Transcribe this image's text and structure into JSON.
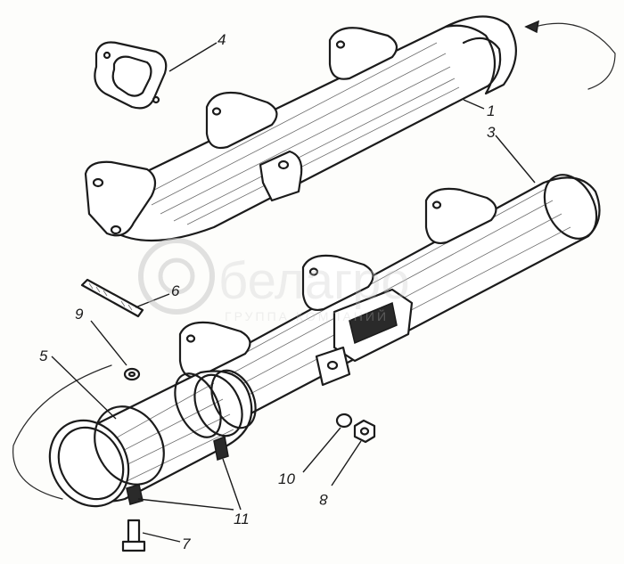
{
  "callouts": [
    {
      "id": "1",
      "label": "1"
    },
    {
      "id": "3",
      "label": "3"
    },
    {
      "id": "4",
      "label": "4"
    },
    {
      "id": "5",
      "label": "5"
    },
    {
      "id": "6",
      "label": "6"
    },
    {
      "id": "7",
      "label": "7"
    },
    {
      "id": "8",
      "label": "8"
    },
    {
      "id": "9",
      "label": "9"
    },
    {
      "id": "10",
      "label": "10"
    },
    {
      "id": "11",
      "label": "11"
    }
  ],
  "watermark": {
    "brand": "белагро",
    "tagline": "ГРУППА КОМПАНИЙ"
  },
  "colors": {
    "ink": "#1b1b1b",
    "paper": "#fdfdfb",
    "watermark": "#c9c9c9"
  }
}
